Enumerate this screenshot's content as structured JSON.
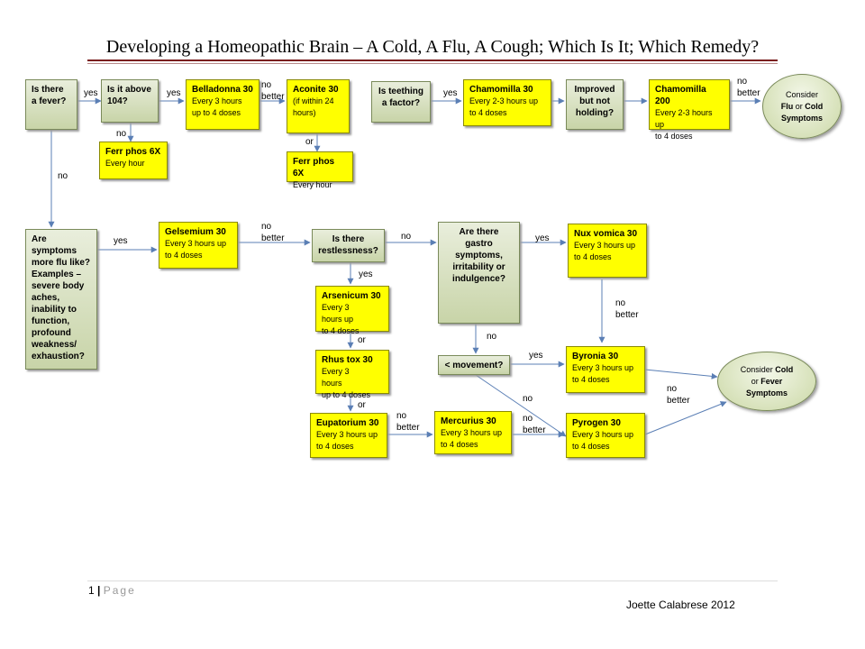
{
  "title": "Developing a Homeopathic Brain – A Cold, A Flu, A Cough; Which Is It; Which Remedy?",
  "footer": {
    "page_number": "1",
    "separator": "|",
    "page_word": "Page",
    "author": "Joette Calabrese 2012"
  },
  "decisions": {
    "fever": "Is there\na fever?",
    "above104": "Is it above\n104?",
    "teething": "Is teething\na factor?",
    "improved": "Improved\nbut not\nholding?",
    "flu_like": "Are symptoms\nmore flu like?\nExamples –\nsevere body\naches,\ninability to\nfunction,\nprofound\nweakness/\nexhaustion?",
    "restless": "Is there\nrestlessness?",
    "gastro": "Are there\ngastro\nsymptoms,\nirritability or\nindulgence?",
    "movement": "< movement?"
  },
  "remedies": {
    "belladonna": {
      "name": "Belladonna 30",
      "dose": "Every 3 hours\nup to 4 doses"
    },
    "aconite": {
      "name": "Aconite 30",
      "dose": "(if within 24\nhours)"
    },
    "ferr_phos_a": {
      "name": "Ferr phos 6X",
      "dose": "Every hour"
    },
    "ferr_phos_b": {
      "name": "Ferr phos 6X",
      "dose": "Every hour"
    },
    "chamomilla30": {
      "name": "Chamomilla 30",
      "dose": "Every 2-3 hours up\nto 4 doses"
    },
    "chamomilla200": {
      "name": "Chamomilla 200",
      "dose": "Every 2-3 hours up\nto 4 doses"
    },
    "gelsemium": {
      "name": "Gelsemium 30",
      "dose": "Every 3 hours up\nto 4 doses"
    },
    "arsenicum": {
      "name": "Arsenicum 30",
      "dose": "Every 3\nhours up\nto 4 doses"
    },
    "rhustox": {
      "name": "Rhus tox 30",
      "dose": "Every 3\nhours\nup to 4 doses"
    },
    "eupatorium": {
      "name": "Eupatorium 30",
      "dose": "Every 3 hours up\nto 4 doses"
    },
    "mercurius": {
      "name": "Mercurius 30",
      "dose": "Every 3 hours up\nto 4 doses"
    },
    "nuxvomica": {
      "name": "Nux vomica 30",
      "dose": "Every 3 hours up\nto 4 doses"
    },
    "byronia": {
      "name": "Byronia 30",
      "dose": "Every 3 hours up\nto 4 doses"
    },
    "pyrogen": {
      "name": "Pyrogen 30",
      "dose": "Every 3 hours up\nto 4 doses"
    }
  },
  "outcomes": {
    "flu_cold": {
      "pre": "Consider",
      "a": "Flu",
      "mid": "or",
      "b": "Cold",
      "post": "Symptoms"
    },
    "cold_fever": {
      "pre": "Consider",
      "a": "Cold",
      "mid": "or",
      "b": "Fever",
      "post": "Symptoms"
    }
  },
  "edge_labels": {
    "yes": "yes",
    "no": "no",
    "or": "or",
    "no_better": "no\nbetter"
  },
  "colors": {
    "remedy": "#ffff00",
    "decision": "#d5deb8",
    "arrow": "#5b7fb5",
    "rule": "#7a1f1f"
  }
}
